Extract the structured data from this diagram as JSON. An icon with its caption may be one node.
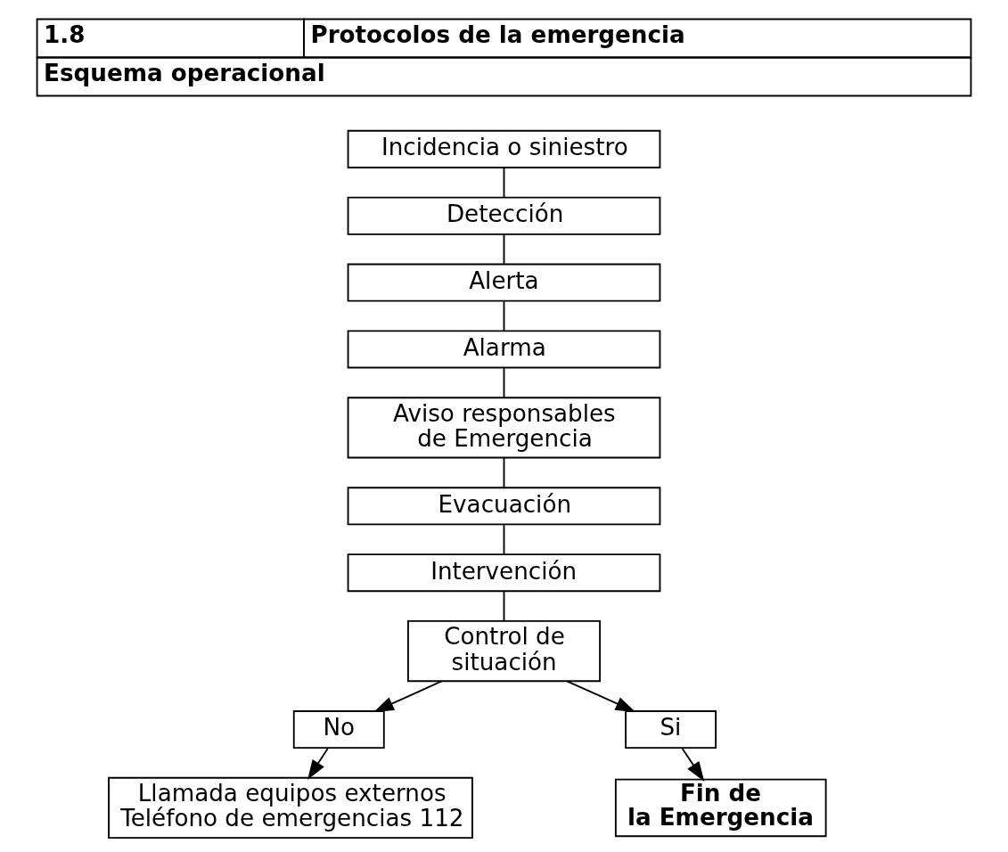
{
  "diagram": {
    "nodes": [
      {
        "text": [
          "Incidencia o siniestro"
        ]
      },
      {
        "text": [
          "Detección"
        ]
      },
      {
        "text": [
          "Alerta"
        ]
      },
      {
        "text": [
          "Alarma"
        ]
      },
      {
        "text": [
          "Aviso responsables de Emergencia"
        ]
      },
      {
        "text": [
          "Evacuación"
        ]
      },
      {
        "text": [
          "Intervención"
        ]
      },
      {
        "text": [
          "Control de situación"
        ]
      },
      {
        "text": [
          "No"
        ]
      },
      {
        "text": [
          "Si"
        ]
      },
      {
        "text": [
          "Llamada equipos externos",
          "Teléfono de emergencias 112"
        ]
      },
      {
        "text": [
          "Fin de la Emergencia"
        ]
      }
    ],
    "edges": [
      {
        "from": 0,
        "to": 1,
        "arrow": "none"
      },
      {
        "from": 1,
        "to": 2,
        "arrow": "none"
      },
      {
        "from": 2,
        "to": 3,
        "arrow": "none"
      },
      {
        "from": 3,
        "to": 4,
        "arrow": "none"
      },
      {
        "from": 4,
        "to": 5,
        "arrow": "none"
      },
      {
        "from": 5,
        "to": 6,
        "arrow": "none"
      },
      {
        "from": 6,
        "to": 7,
        "arrow": "none"
      },
      {
        "from": 7,
        "to": 8,
        "arrow": "to"
      },
      {
        "from": 7,
        "to": 9,
        "arrow": "to"
      },
      {
        "from": 8,
        "to": 10,
        "arrow": "to"
      },
      {
        "from": 9,
        "to": 11,
        "arrow": "to"
      }
    ],
    "labels": [
      "1.8",
      "Protocolos de la emergencia",
      "Esquema operacional"
    ]
  }
}
